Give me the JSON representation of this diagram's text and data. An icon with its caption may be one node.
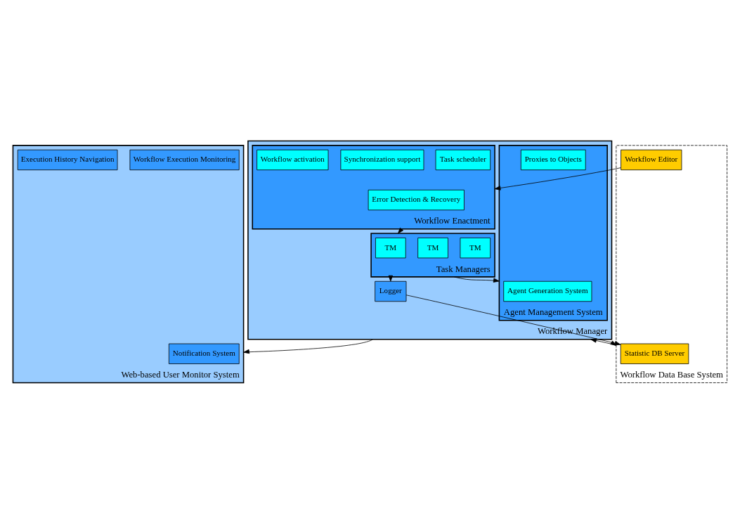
{
  "diagram": {
    "nodes": [
      {
        "text": [
          "Workflow Manager"
        ]
      },
      {
        "text": [
          "Agent Management System"
        ],
        "in": 0
      },
      {
        "text": [
          "Proxies to Objects"
        ],
        "in": 1
      },
      {
        "text": [
          "Agent Generation System"
        ],
        "in": 1
      },
      {
        "text": [
          "Task Managers"
        ],
        "in": 0
      },
      {
        "text": [
          "TM"
        ],
        "in": 4
      },
      {
        "text": [
          "TM"
        ],
        "in": 4
      },
      {
        "text": [
          "TM"
        ],
        "in": 4
      },
      {
        "text": [
          "Workflow Enactment"
        ],
        "in": 0
      },
      {
        "text": [
          "Task scheduler"
        ],
        "in": 8
      },
      {
        "text": [
          "Synchronization support"
        ],
        "in": 8
      },
      {
        "text": [
          "Workflow activation"
        ],
        "in": 8
      },
      {
        "text": [
          "Error Detection & Recovery"
        ],
        "in": 8
      },
      {
        "text": [
          "Logger"
        ],
        "in": 0
      },
      {
        "text": [
          "Web-based User Monitor System"
        ]
      },
      {
        "text": [
          "Workflow Execution Monitoring"
        ],
        "in": 14
      },
      {
        "text": [
          "Execution History Navigation"
        ],
        "in": 14
      },
      {
        "text": [
          "Notification System"
        ],
        "in": 14
      },
      {
        "text": [
          "Workflow Data Base System"
        ]
      },
      {
        "text": [
          "Workflow Editor"
        ],
        "in": 18
      },
      {
        "text": [
          "Statistic DB Server"
        ],
        "in": 18
      }
    ],
    "edges": [
      {
        "from": 4,
        "to": 1,
        "arrow": "to"
      },
      {
        "from": 8,
        "to": 4,
        "arrow": "to"
      },
      {
        "from": 4,
        "to": 13,
        "arrow": "to"
      },
      {
        "from": 13,
        "to": 20,
        "arrow": "to"
      },
      {
        "from": 0,
        "to": 14,
        "arrow": "to"
      },
      {
        "from": 19,
        "to": 8,
        "arrow": "to"
      },
      {
        "from": 18,
        "to": 0,
        "arrow": "both"
      }
    ]
  }
}
